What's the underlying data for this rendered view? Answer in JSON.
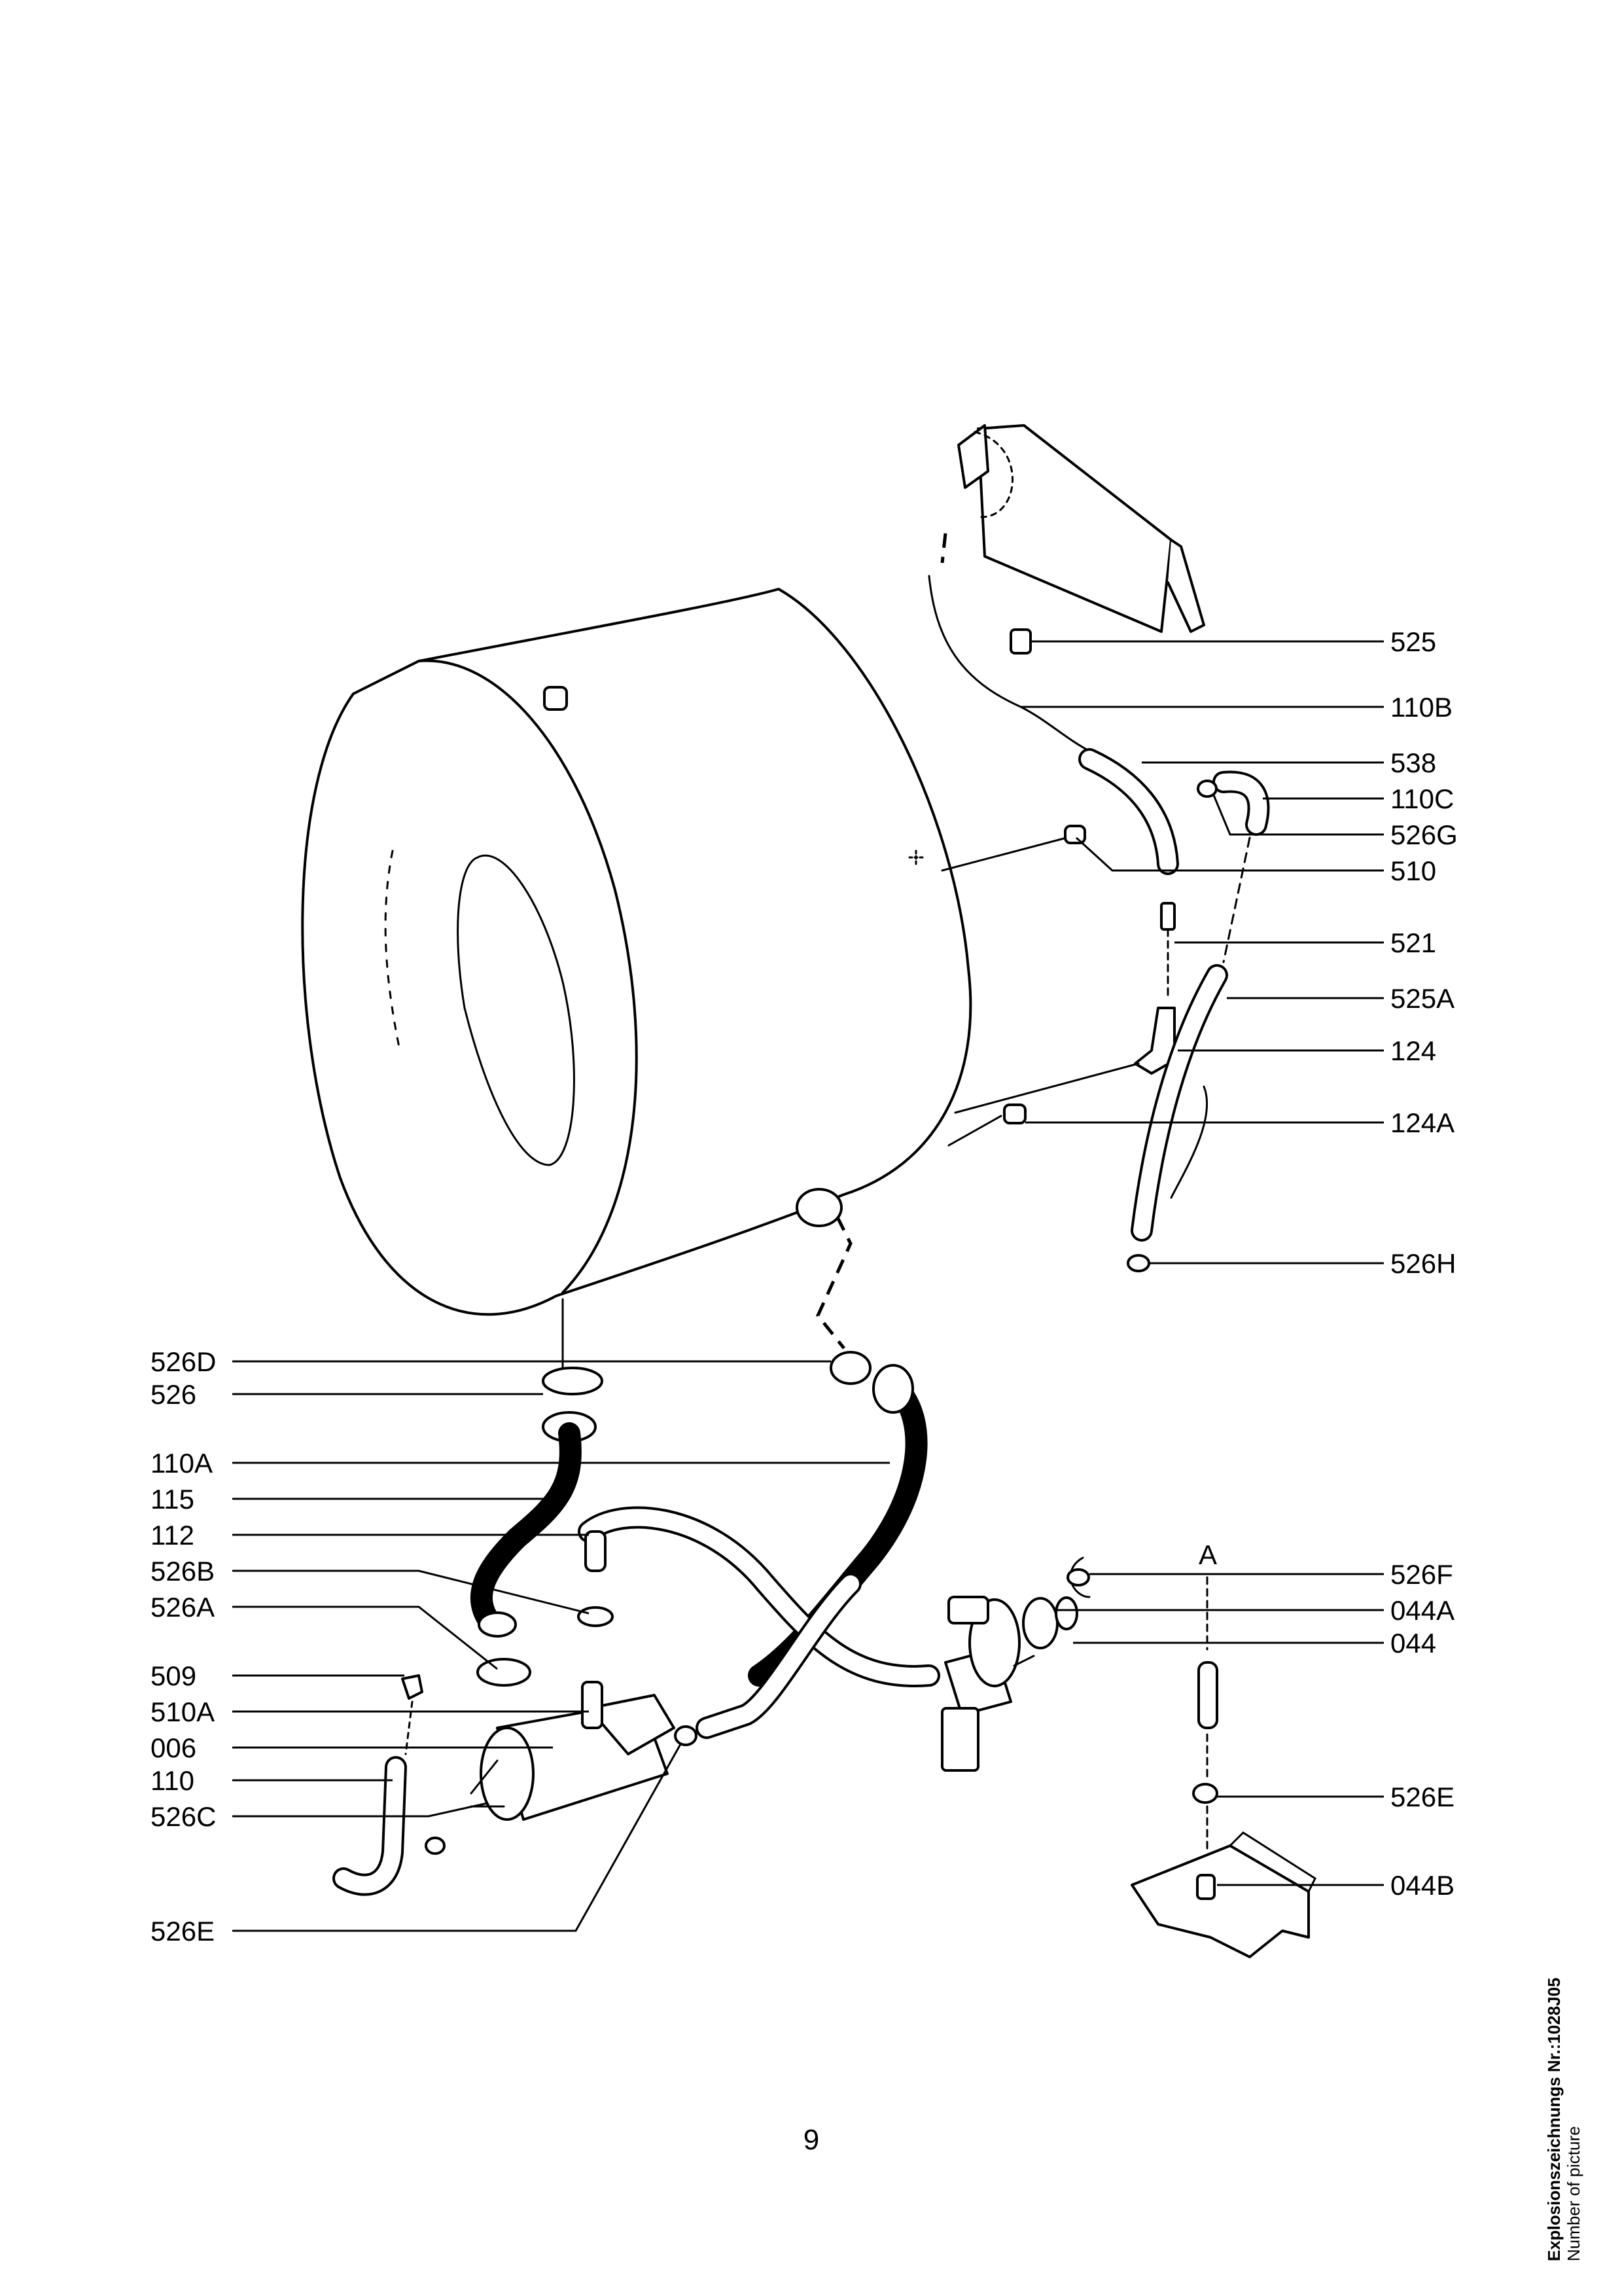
{
  "diagram": {
    "labels_right": [
      "525",
      "110B",
      "538",
      "110C",
      "526G",
      "510",
      "521",
      "525A",
      "124",
      "124A",
      "526H",
      "526F",
      "044A",
      "044",
      "526E",
      "044B"
    ],
    "labels_left": [
      "526D",
      "526",
      "110A",
      "115",
      "112",
      "526B",
      "526A",
      "509",
      "510A",
      "006",
      "110",
      "526C",
      "526E"
    ],
    "flow_marker": "A"
  },
  "footer": {
    "page_number": "9",
    "drawing_number_title": "Explosionszeichnungs Nr.:1028J05",
    "drawing_number_subtitle": "Number of picture"
  }
}
